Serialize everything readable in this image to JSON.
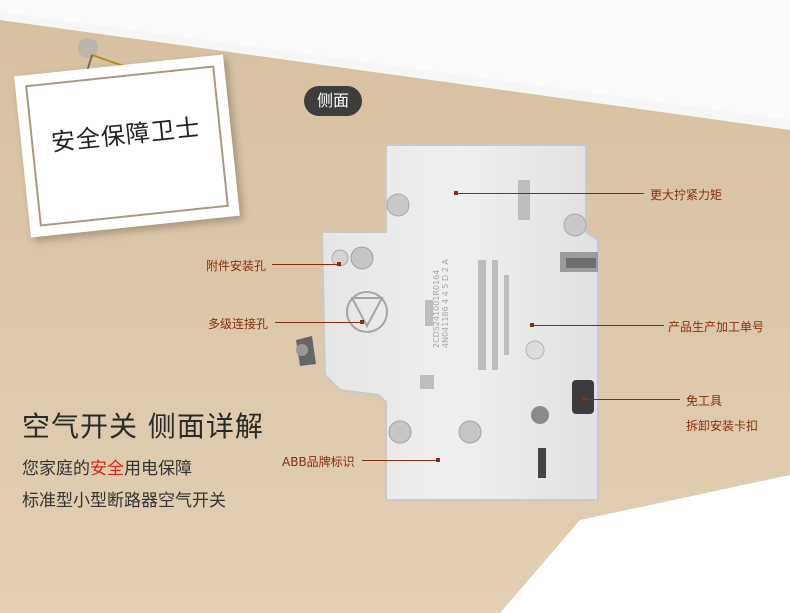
{
  "sign": {
    "text": "安全保障卫士"
  },
  "tag": {
    "label": "侧面"
  },
  "headline": "空气开关 侧面详解",
  "subtitle": {
    "line1_before": "您家庭的",
    "line1_highlight": "安全",
    "line1_after": "用电保障",
    "line2": "标准型小型断路器空气开关"
  },
  "callouts": {
    "torque": "更大拧紧力矩",
    "accessory_hole": "附件安装孔",
    "multi_connection": "多级连接孔",
    "production_id": "产品生产加工单号",
    "tool_free_line1": "免工具",
    "tool_free_line2": "拆卸安装卡扣",
    "abb_mark": "ABB品牌标识"
  },
  "product_label": {
    "serial": "2CDS241001R0164",
    "marking": "4N041186 4 4 5 D 2 A"
  },
  "colors": {
    "accent": "#8a2e0c",
    "highlight": "#d9251c",
    "tag_bg": "#3d3d3d",
    "beige": "#d9c3a3"
  }
}
